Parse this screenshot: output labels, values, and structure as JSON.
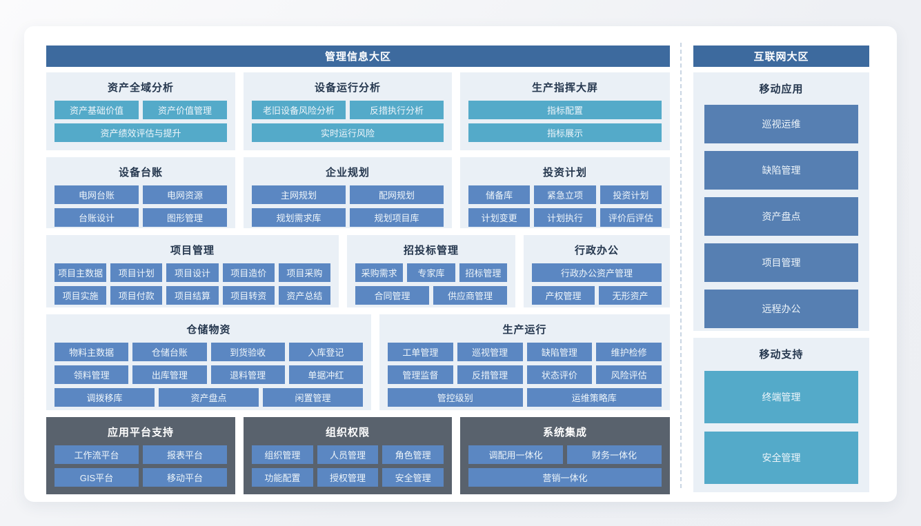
{
  "colors": {
    "zone_header_blue": "#3d6a9e",
    "button_teal": "#54aac9",
    "button_blue": "#5b87c2",
    "button_blue_muted": "#567fb2",
    "panel_light_bg": "#eaf0f6",
    "panel_dark_bg": "#59626d",
    "panel_title_text": "#25374e",
    "divider_dash": "#c9d5e3"
  },
  "left_zone": {
    "title": "管理信息大区",
    "rows": [
      {
        "panels": [
          {
            "key": "asset-analysis",
            "title": "资产全域分析",
            "button_theme": "teal",
            "button_rows": [
              [
                "资产基础价值",
                "资产价值管理"
              ],
              [
                "资产绩效评估与提升"
              ]
            ]
          },
          {
            "key": "device-run-analysis",
            "title": "设备运行分析",
            "button_theme": "teal",
            "button_rows": [
              [
                "老旧设备风险分析",
                "反措执行分析"
              ],
              [
                "实时运行风险"
              ]
            ]
          },
          {
            "key": "production-screen",
            "title": "生产指挥大屏",
            "button_theme": "teal",
            "button_rows": [
              [
                "指标配置"
              ],
              [
                "指标展示"
              ]
            ]
          }
        ]
      },
      {
        "panels": [
          {
            "key": "device-ledger",
            "title": "设备台账",
            "button_theme": "blue",
            "button_rows": [
              [
                "电网台账",
                "电网资源"
              ],
              [
                "台账设计",
                "图形管理"
              ]
            ]
          },
          {
            "key": "enterprise-planning",
            "title": "企业规划",
            "button_theme": "blue",
            "button_rows": [
              [
                "主网规划",
                "配网规划"
              ],
              [
                "规划需求库",
                "规划项目库"
              ]
            ]
          },
          {
            "key": "investment-plan",
            "title": "投资计划",
            "button_theme": "blue",
            "button_rows": [
              [
                "储备库",
                "紧急立项",
                "投资计划"
              ],
              [
                "计划变更",
                "计划执行",
                "评价后评估"
              ]
            ]
          }
        ]
      },
      {
        "panels": [
          {
            "key": "project-mgmt",
            "title": "项目管理",
            "button_theme": "blue",
            "button_rows": [
              [
                "项目主数据",
                "项目计划",
                "项目设计",
                "项目造价",
                "项目采购"
              ],
              [
                "项目实施",
                "项目付款",
                "项目结算",
                "项目转资",
                "资产总结"
              ]
            ]
          },
          {
            "key": "bidding-mgmt",
            "title": "招投标管理",
            "button_theme": "blue",
            "button_rows": [
              [
                "采购需求",
                "专家库",
                "招标管理"
              ],
              [
                "合同管理",
                "供应商管理"
              ]
            ]
          },
          {
            "key": "admin-office",
            "title": "行政办公",
            "button_theme": "blue",
            "button_rows": [
              [
                "行政办公资产管理"
              ],
              [
                "产权管理",
                "无形资产"
              ]
            ]
          }
        ]
      },
      {
        "panels": [
          {
            "key": "warehouse",
            "title": "仓储物资",
            "button_theme": "blue",
            "button_rows": [
              [
                "物料主数据",
                "仓储台账",
                "到货验收",
                "入库登记"
              ],
              [
                "领料管理",
                "出库管理",
                "退料管理",
                "单据冲红"
              ],
              [
                "调拨移库",
                "资产盘点",
                "闲置管理"
              ]
            ]
          },
          {
            "key": "production-ops",
            "title": "生产运行",
            "button_theme": "blue",
            "button_rows": [
              [
                "工单管理",
                "巡视管理",
                "缺陷管理",
                "维护检修"
              ],
              [
                "管理监督",
                "反措管理",
                "状态评价",
                "风险评估"
              ],
              [
                "管控级别",
                "运维策略库"
              ]
            ]
          }
        ]
      },
      {
        "panels": [
          {
            "key": "platform-support",
            "title": "应用平台支持",
            "dark": true,
            "button_theme": "blue",
            "button_rows": [
              [
                "工作流平台",
                "报表平台"
              ],
              [
                "GIS平台",
                "移动平台"
              ]
            ]
          },
          {
            "key": "org-permission",
            "title": "组织权限",
            "dark": true,
            "button_theme": "blue",
            "button_rows": [
              [
                "组织管理",
                "人员管理",
                "角色管理"
              ],
              [
                "功能配置",
                "授权管理",
                "安全管理"
              ]
            ]
          },
          {
            "key": "system-integration",
            "title": "系统集成",
            "dark": true,
            "button_theme": "blue",
            "button_rows": [
              [
                "调配用一体化",
                "财务一体化"
              ],
              [
                "营销一体化"
              ]
            ]
          }
        ]
      }
    ]
  },
  "right_zone": {
    "title": "互联网大区",
    "rows": [
      {
        "panels": [
          {
            "key": "mobile-apps",
            "title": "移动应用",
            "button_theme": "blue-muted",
            "button_rows": [
              [
                "巡视运维"
              ],
              [
                "缺陷管理"
              ],
              [
                "资产盘点"
              ],
              [
                "项目管理"
              ],
              [
                "远程办公"
              ]
            ]
          }
        ]
      },
      {
        "panels": [
          {
            "key": "mobile-support",
            "title": "移动支持",
            "button_theme": "teal",
            "button_rows": [
              [
                "终端管理"
              ],
              [
                "安全管理"
              ]
            ]
          }
        ]
      }
    ]
  }
}
